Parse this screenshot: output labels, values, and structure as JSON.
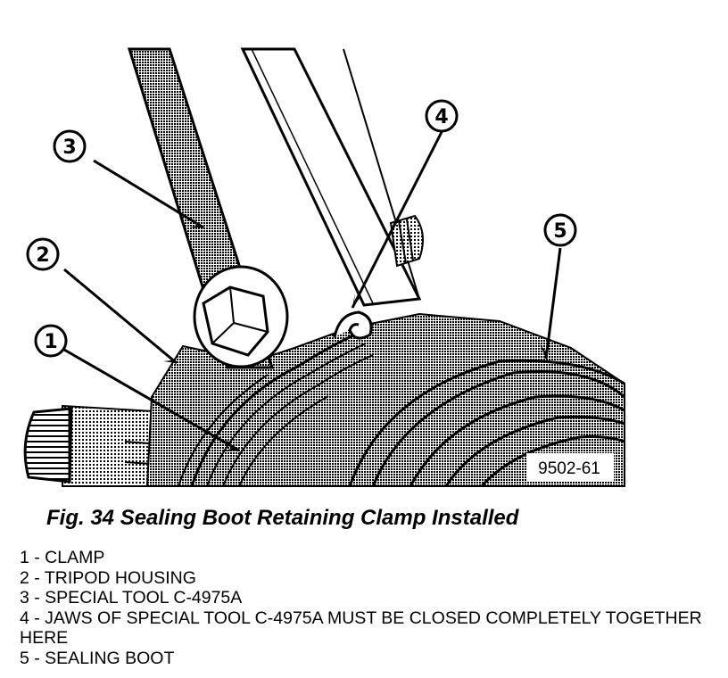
{
  "figure": {
    "code": "9502-61",
    "caption": "Fig. 34 Sealing Boot Retaining Clamp Installed"
  },
  "callouts": [
    {
      "number": "1"
    },
    {
      "number": "2"
    },
    {
      "number": "3"
    },
    {
      "number": "4"
    },
    {
      "number": "5"
    }
  ],
  "legend": [
    {
      "text": "1 - CLAMP"
    },
    {
      "text": "2 - TRIPOD HOUSING"
    },
    {
      "text": "3 - SPECIAL TOOL C-4975A"
    },
    {
      "text": "4 - JAWS OF SPECIAL TOOL C-4975A MUST BE CLOSED COMPLETELY TOGETHER HERE"
    },
    {
      "text": "5 - SEALING BOOT"
    }
  ],
  "colors": {
    "line": "#000000",
    "background": "#ffffff",
    "shade": "#a8a8a8"
  }
}
